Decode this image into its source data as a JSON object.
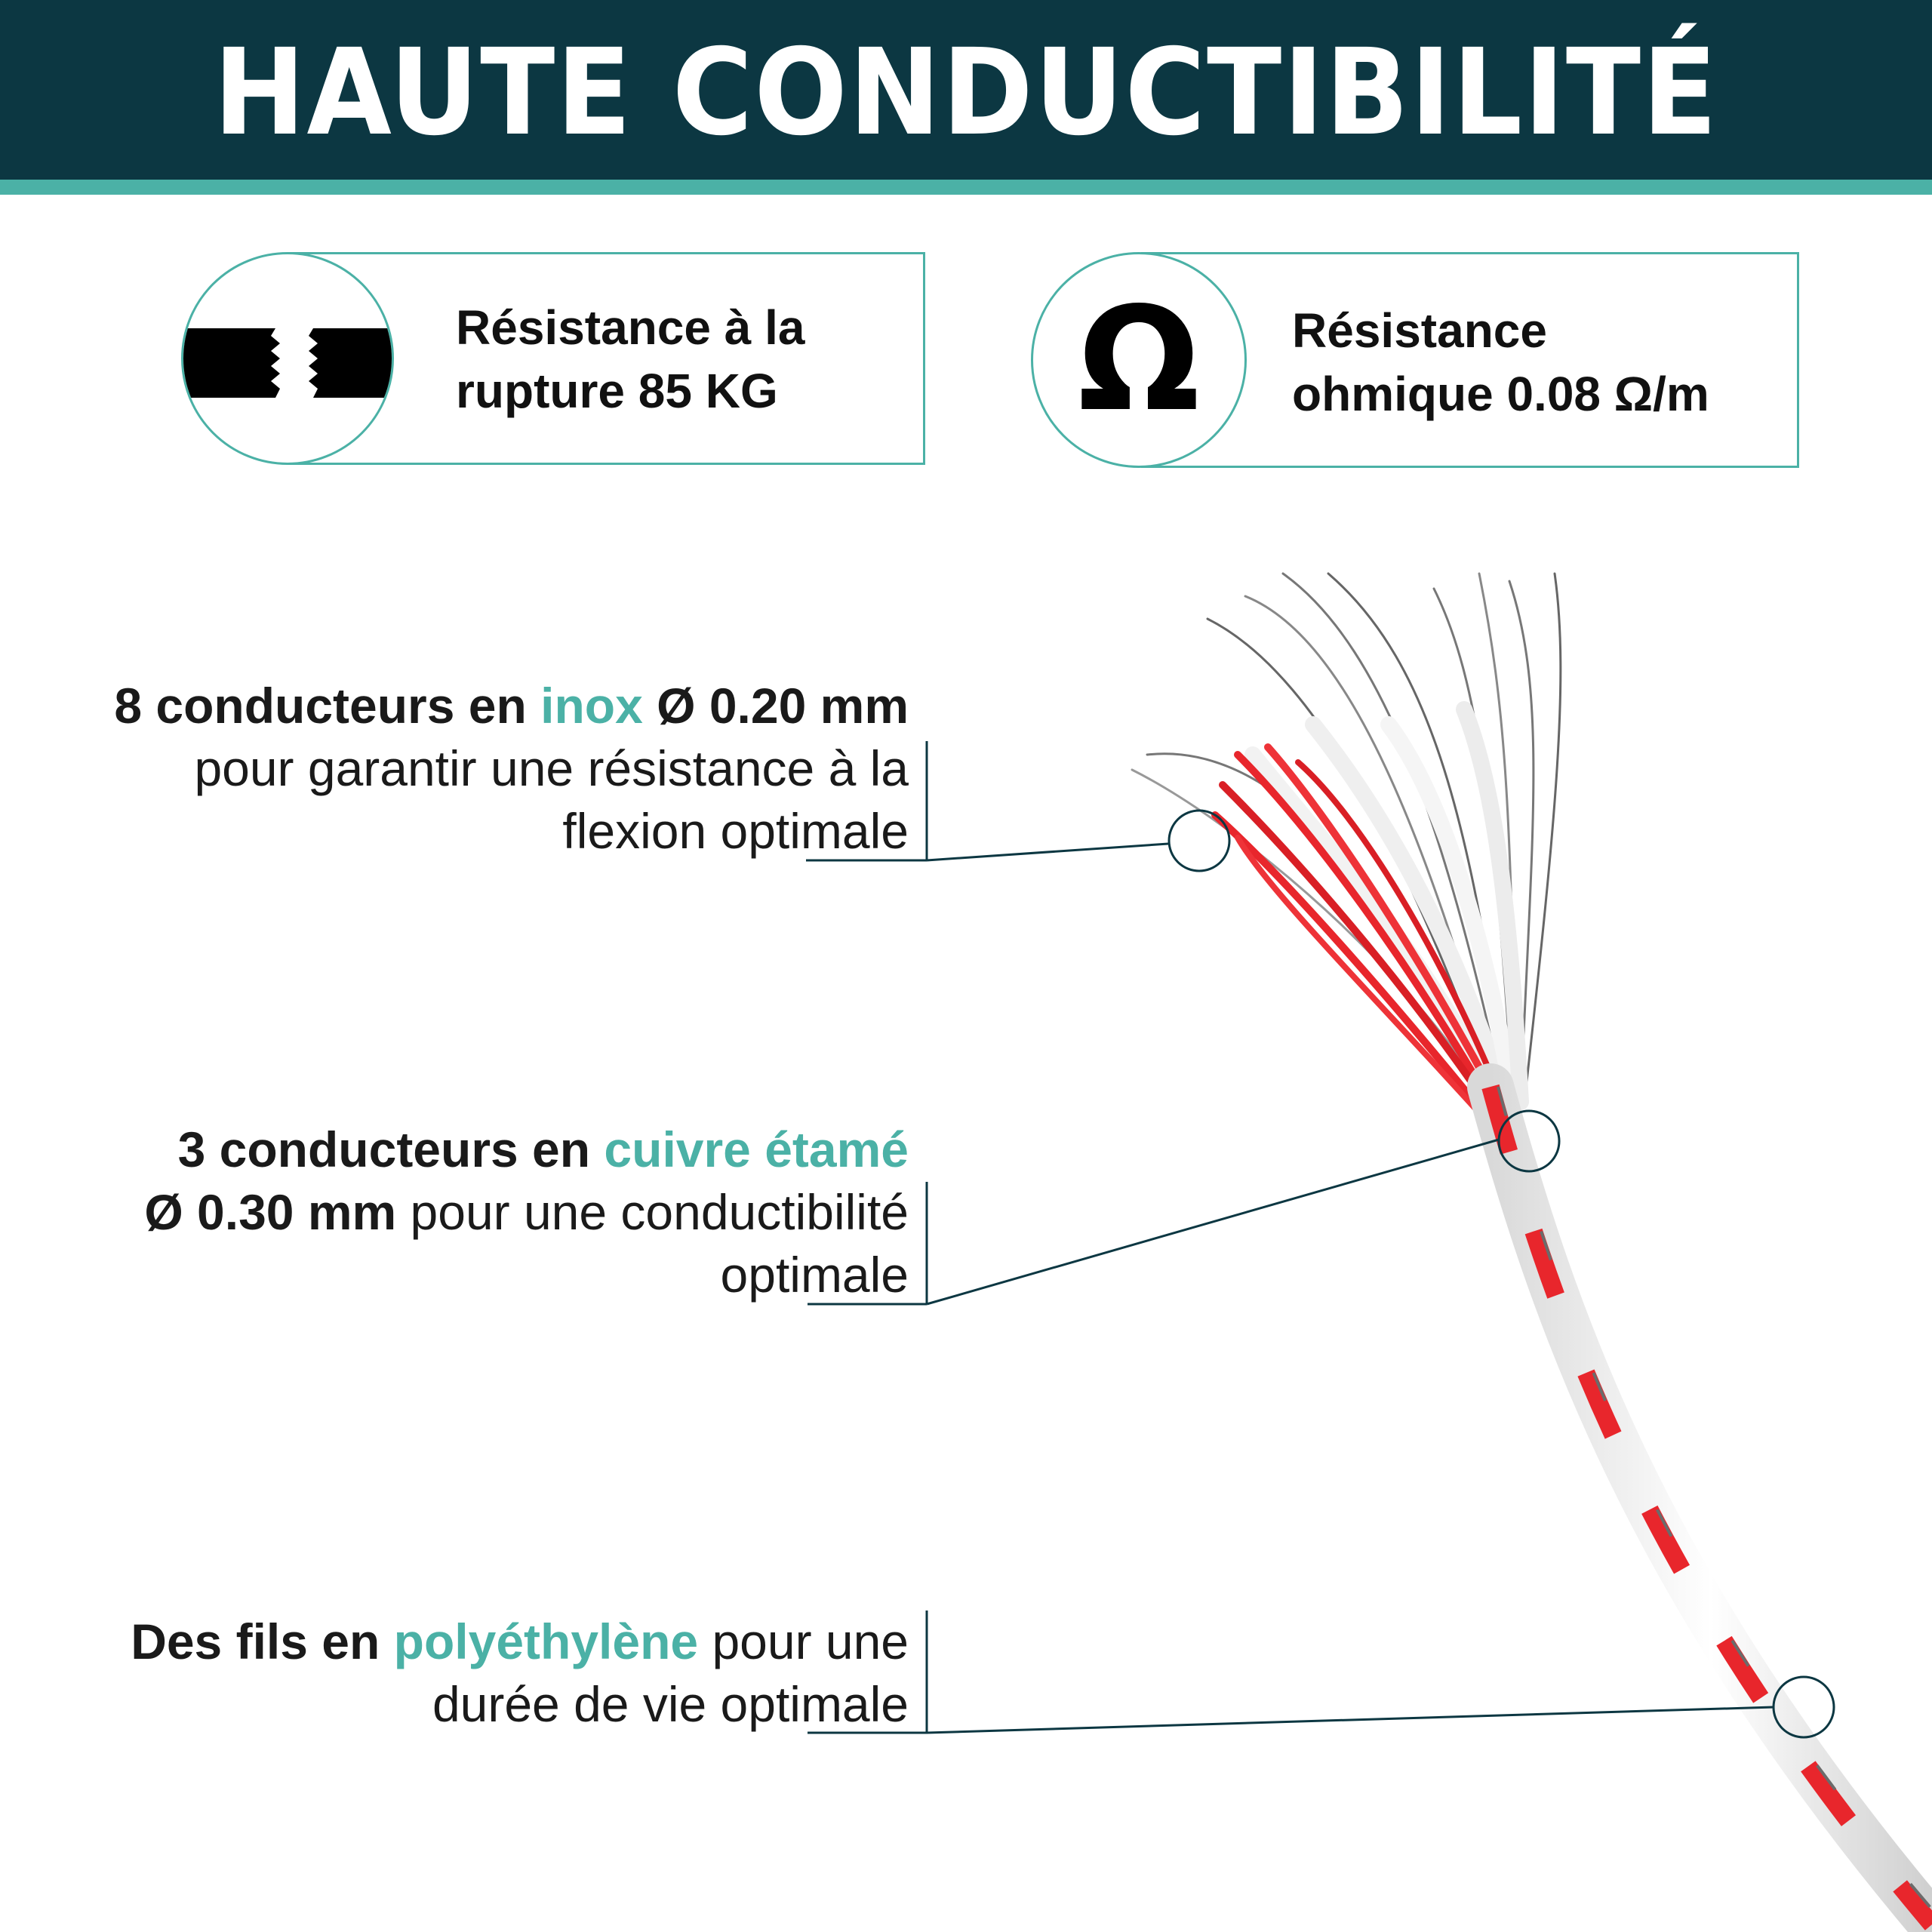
{
  "header": {
    "title": "HAUTE CONDUCTIBILITÉ"
  },
  "colors": {
    "header_bg": "#0c3742",
    "accent": "#4bb1a6",
    "wire_red": "#e8262c",
    "text": "#111111"
  },
  "features": [
    {
      "icon": "broken-rope-icon",
      "lines": [
        "Résistance à la",
        "rupture 85 KG"
      ]
    },
    {
      "icon": "omega-icon",
      "icon_glyph": "Ω",
      "lines": [
        "Résistance",
        "ohmique 0.08 Ω/m"
      ]
    }
  ],
  "callouts": [
    {
      "line1": {
        "bold_a": "8 conducteurs en ",
        "teal": "inox",
        "bold_b": " Ø 0.20 mm"
      },
      "line2": "pour garantir une résistance à la",
      "line3": "flexion optimale"
    },
    {
      "line1": {
        "bold_a": "3 conducteurs en ",
        "teal": "cuivre étamé"
      },
      "line2": {
        "bold": "Ø 0.30 mm",
        "regular": " pour une conductibilité"
      },
      "line3": "optimale"
    },
    {
      "line1": {
        "bold_a": "Des fils en ",
        "teal": "polyéthylène",
        "regular": " pour une"
      },
      "line2": "durée de vie optimale"
    }
  ]
}
